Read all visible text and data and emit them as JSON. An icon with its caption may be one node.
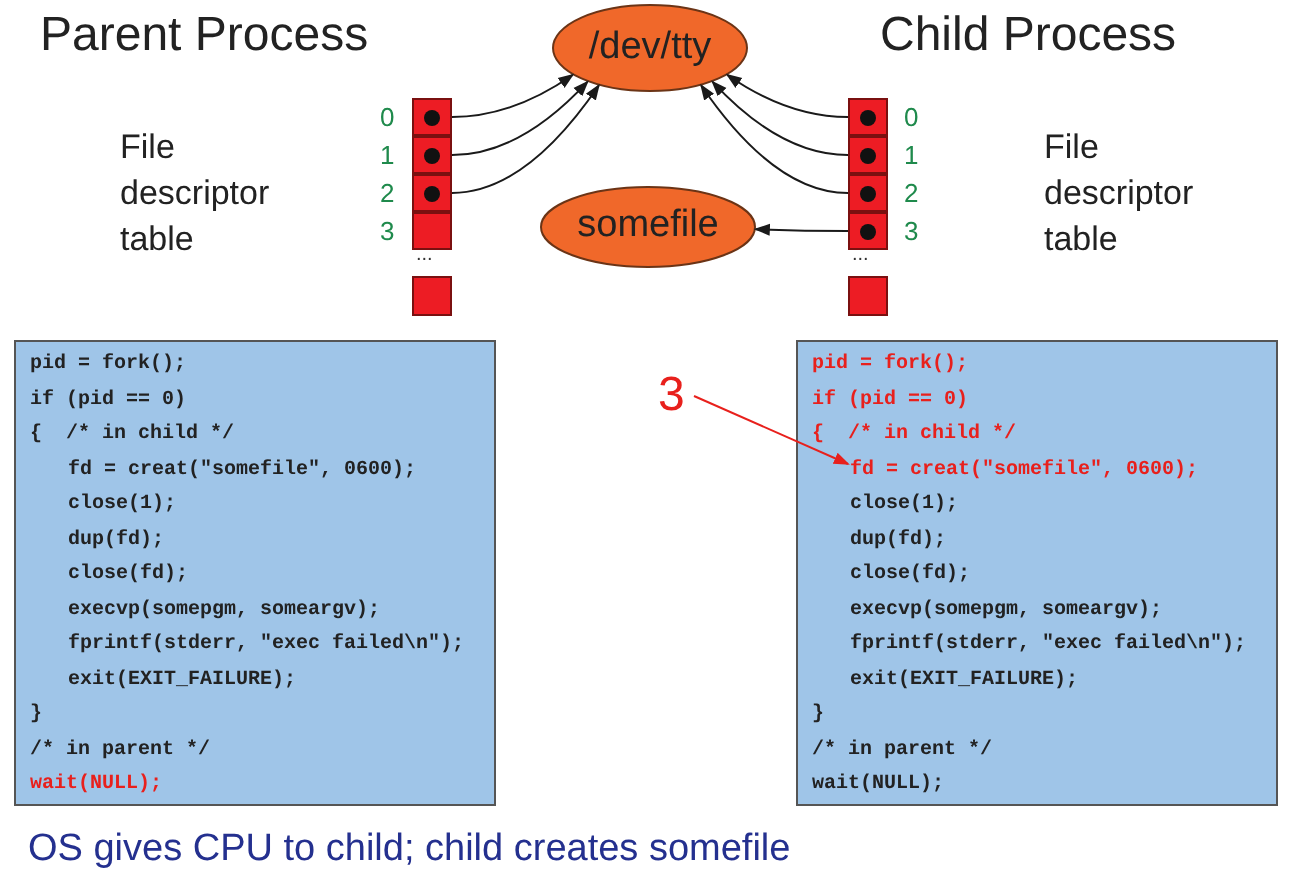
{
  "diagram": {
    "caption": "OS gives CPU to child; child creates somefile",
    "nodes": [
      {
        "text": [
          "/dev/tty"
        ]
      },
      {
        "text": [
          "somefile"
        ]
      },
      {
        "text": [],
        "shape": "box",
        "beside": [
          "0"
        ]
      },
      {
        "text": [],
        "shape": "box",
        "beside": [
          "1"
        ]
      },
      {
        "text": [],
        "shape": "box",
        "beside": [
          "2"
        ]
      },
      {
        "text": [],
        "shape": "box",
        "beside": [
          "3"
        ]
      },
      {
        "text": [],
        "shape": "box",
        "beside": [
          "0"
        ]
      },
      {
        "text": [],
        "shape": "box",
        "beside": [
          "1"
        ]
      },
      {
        "text": [],
        "shape": "box",
        "beside": [
          "2"
        ]
      },
      {
        "text": [],
        "shape": "box",
        "beside": [
          "3"
        ]
      },
      {
        "text": [
          "3"
        ]
      },
      {
        "text": [
          "pid = fork();",
          "if (pid == 0)",
          "{  /* in child */",
          "fd = creat(\"somefile\", 0600);",
          "close(1);",
          "dup(fd);",
          "close(fd);",
          "execvp(somepgm, someargv);",
          "fprintf(stderr, \"exec failed\\n\");",
          "exit(EXIT_FAILURE);",
          "}",
          "/* in parent */",
          "wait(NULL);"
        ]
      },
      {
        "text": [
          "pid = fork();",
          "if (pid == 0)",
          "{  /* in child */",
          "fd = creat(\"somefile\", 0600);",
          "close(1);",
          "dup(fd);",
          "close(fd);",
          "execvp(somepgm, someargv);",
          "fprintf(stderr, \"exec failed\\n\");",
          "exit(EXIT_FAILURE);",
          "}",
          "/* in parent */",
          "wait(NULL);"
        ]
      }
    ],
    "edges": [
      {
        "from": 2,
        "to": 0,
        "arrow": "to"
      },
      {
        "from": 3,
        "to": 0,
        "arrow": "to"
      },
      {
        "from": 4,
        "to": 0,
        "arrow": "to"
      },
      {
        "from": 6,
        "to": 0,
        "arrow": "to"
      },
      {
        "from": 7,
        "to": 0,
        "arrow": "to"
      },
      {
        "from": 8,
        "to": 0,
        "arrow": "to"
      },
      {
        "from": 9,
        "to": 1,
        "arrow": "to"
      },
      {
        "from": 10,
        "to": 12,
        "arrow": "to",
        "color": "#e8201c"
      }
    ],
    "labels": [
      "Parent Process",
      "Child Process",
      "File descriptor table",
      "...",
      "...",
      "File descriptor table"
    ]
  }
}
